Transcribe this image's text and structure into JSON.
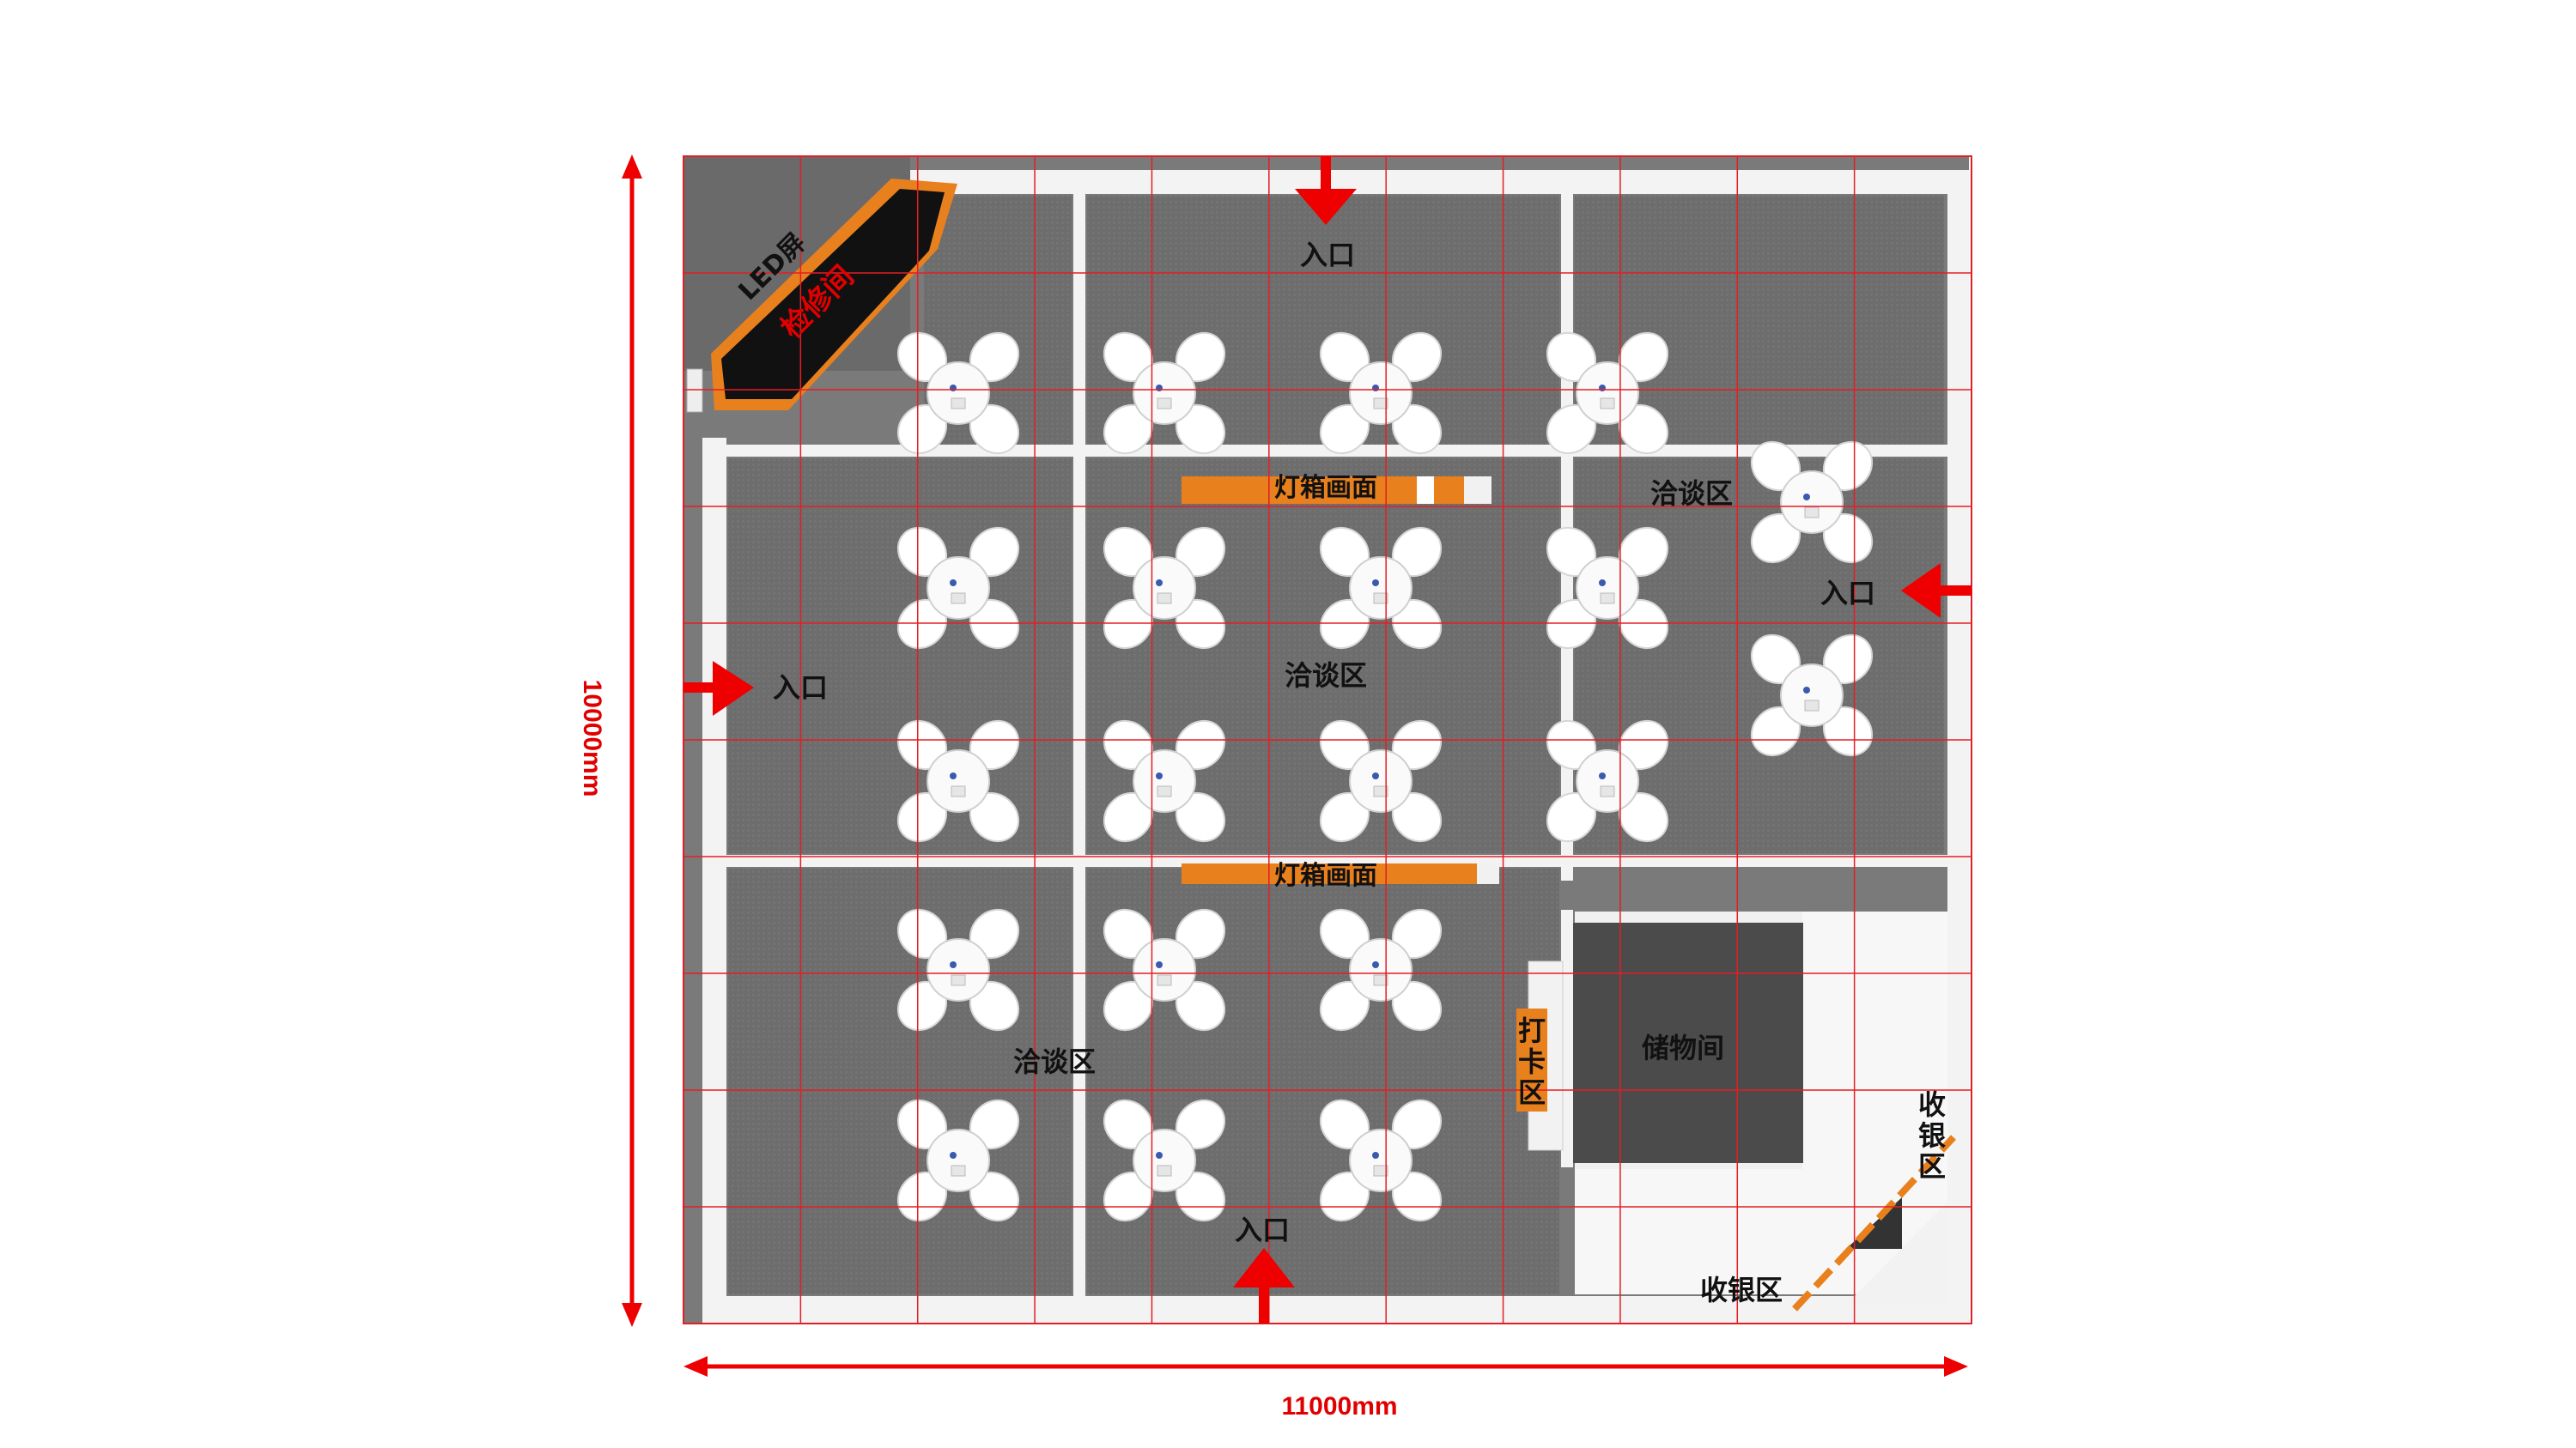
{
  "dimensions": {
    "height_label": "10000mm",
    "width_label": "11000mm"
  },
  "labels": {
    "led_screen": "LED屏",
    "maintenance_room": "检修间",
    "lightbox_top": "灯箱画面",
    "lightbox_bottom": "灯箱画面",
    "negotiation_center": "洽谈区",
    "negotiation_right": "洽谈区",
    "negotiation_bottom": "洽谈区",
    "storage": "储物间",
    "checkin_1": "打",
    "checkin_2": "卡",
    "checkin_3": "区",
    "cashier_right_1": "收",
    "cashier_right_2": "银",
    "cashier_right_3": "区",
    "cashier_bottom": "收银区"
  },
  "entrances": {
    "top": "入口",
    "left": "入口",
    "right": "入口",
    "bottom": "入口"
  },
  "colors": {
    "floor": "#6f6f6f",
    "floor_dark": "#5c5c5c",
    "wall": "#f4f4f4",
    "grid": "#e31e24",
    "accent_orange": "#e8801e",
    "arrow_red": "#ee0000",
    "led": "#111111"
  }
}
